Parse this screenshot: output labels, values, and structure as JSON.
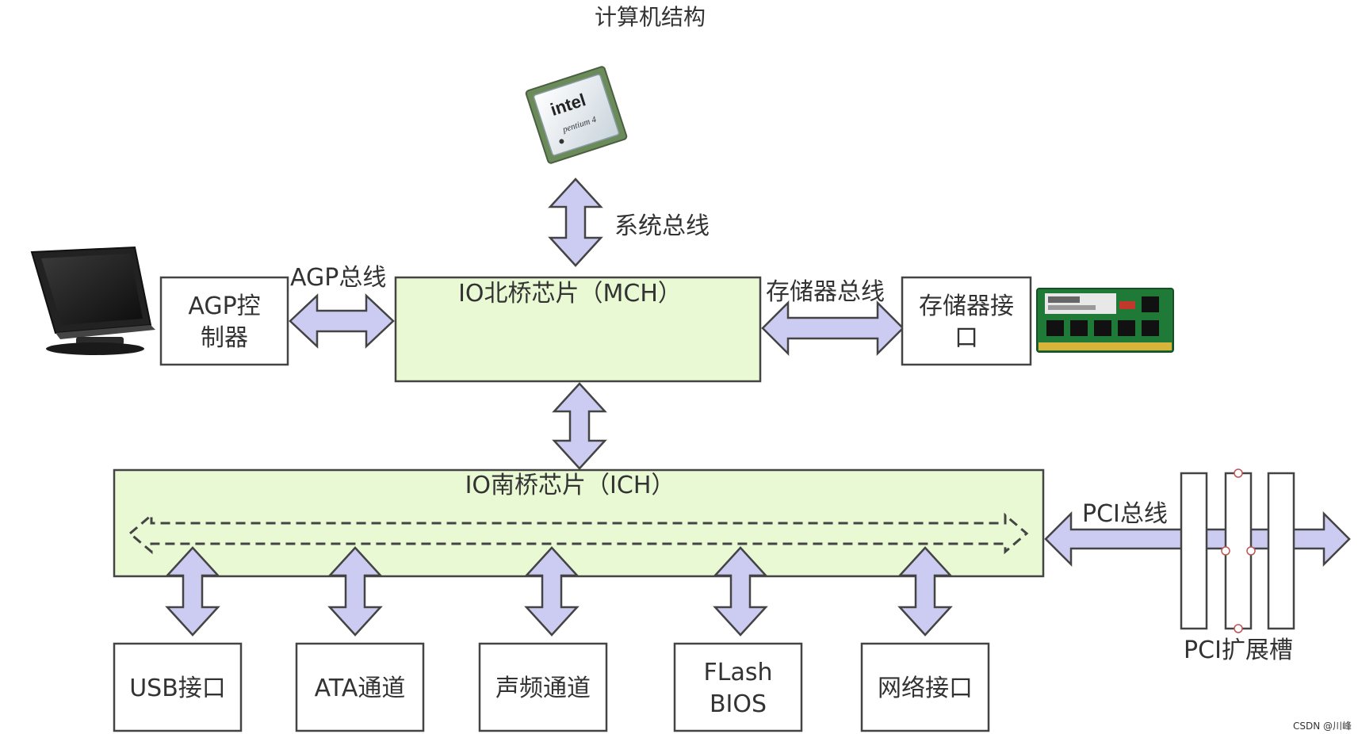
{
  "title": "计算机结构",
  "buses": {
    "system": "系统总线",
    "agp": "AGP总线",
    "memory": "存储器总线",
    "pci": "PCI总线"
  },
  "boxes": {
    "agp_controller": [
      "AGP控",
      "制器"
    ],
    "north_bridge": "IO北桥芯片（MCH）",
    "memory_interface": [
      "存储器接",
      "口"
    ],
    "south_bridge": "IO南桥芯片（ICH）",
    "usb": "USB接口",
    "ata": "ATA通道",
    "audio": "声频通道",
    "flash": [
      "FLash",
      "BIOS"
    ],
    "network": "网络接口"
  },
  "pci_slot_label": "PCI扩展槽",
  "cpu_chip": {
    "brand": "intel",
    "model": "pentium 4"
  },
  "watermark": "CSDN @川峰",
  "colors": {
    "bridge_fill": "#e9f9d4",
    "arrow_fill": "#ccccf2",
    "box_stroke": "#444444",
    "monitor_dark": "#1a1a1a",
    "ram_green": "#1f7a37"
  },
  "icons": [
    "cpu-chip-icon",
    "monitor-icon",
    "ram-module-icon"
  ]
}
